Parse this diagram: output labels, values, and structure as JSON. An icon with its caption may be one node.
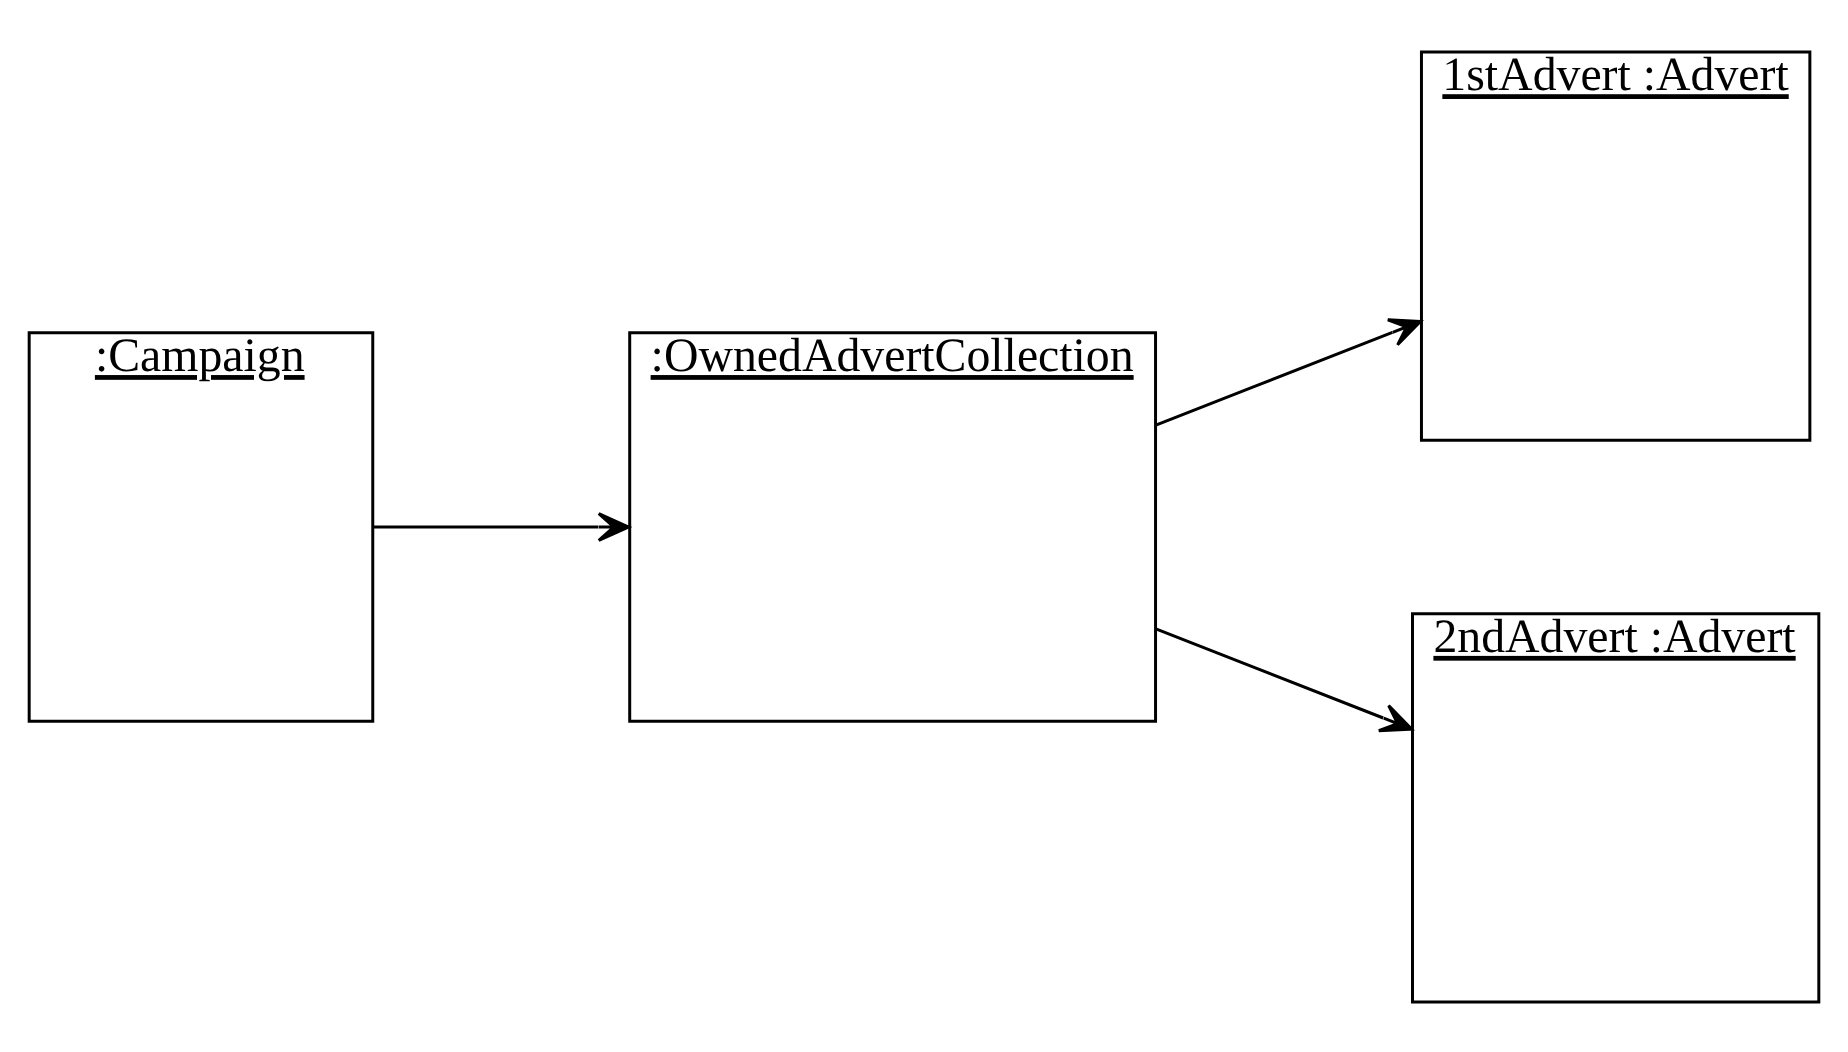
{
  "diagram": {
    "nodes": [
      {
        "text": [
          ":Campaign"
        ]
      },
      {
        "text": [
          ":OwnedAdvertCollection"
        ]
      },
      {
        "text": [
          "1stAdvert :Advert"
        ]
      },
      {
        "text": [
          "2ndAdvert :Advert"
        ]
      }
    ],
    "edges": [
      {
        "from": 0,
        "to": 1,
        "arrow": "to"
      },
      {
        "from": 1,
        "to": 2,
        "arrow": "to"
      },
      {
        "from": 1,
        "to": 3,
        "arrow": "to"
      }
    ]
  }
}
